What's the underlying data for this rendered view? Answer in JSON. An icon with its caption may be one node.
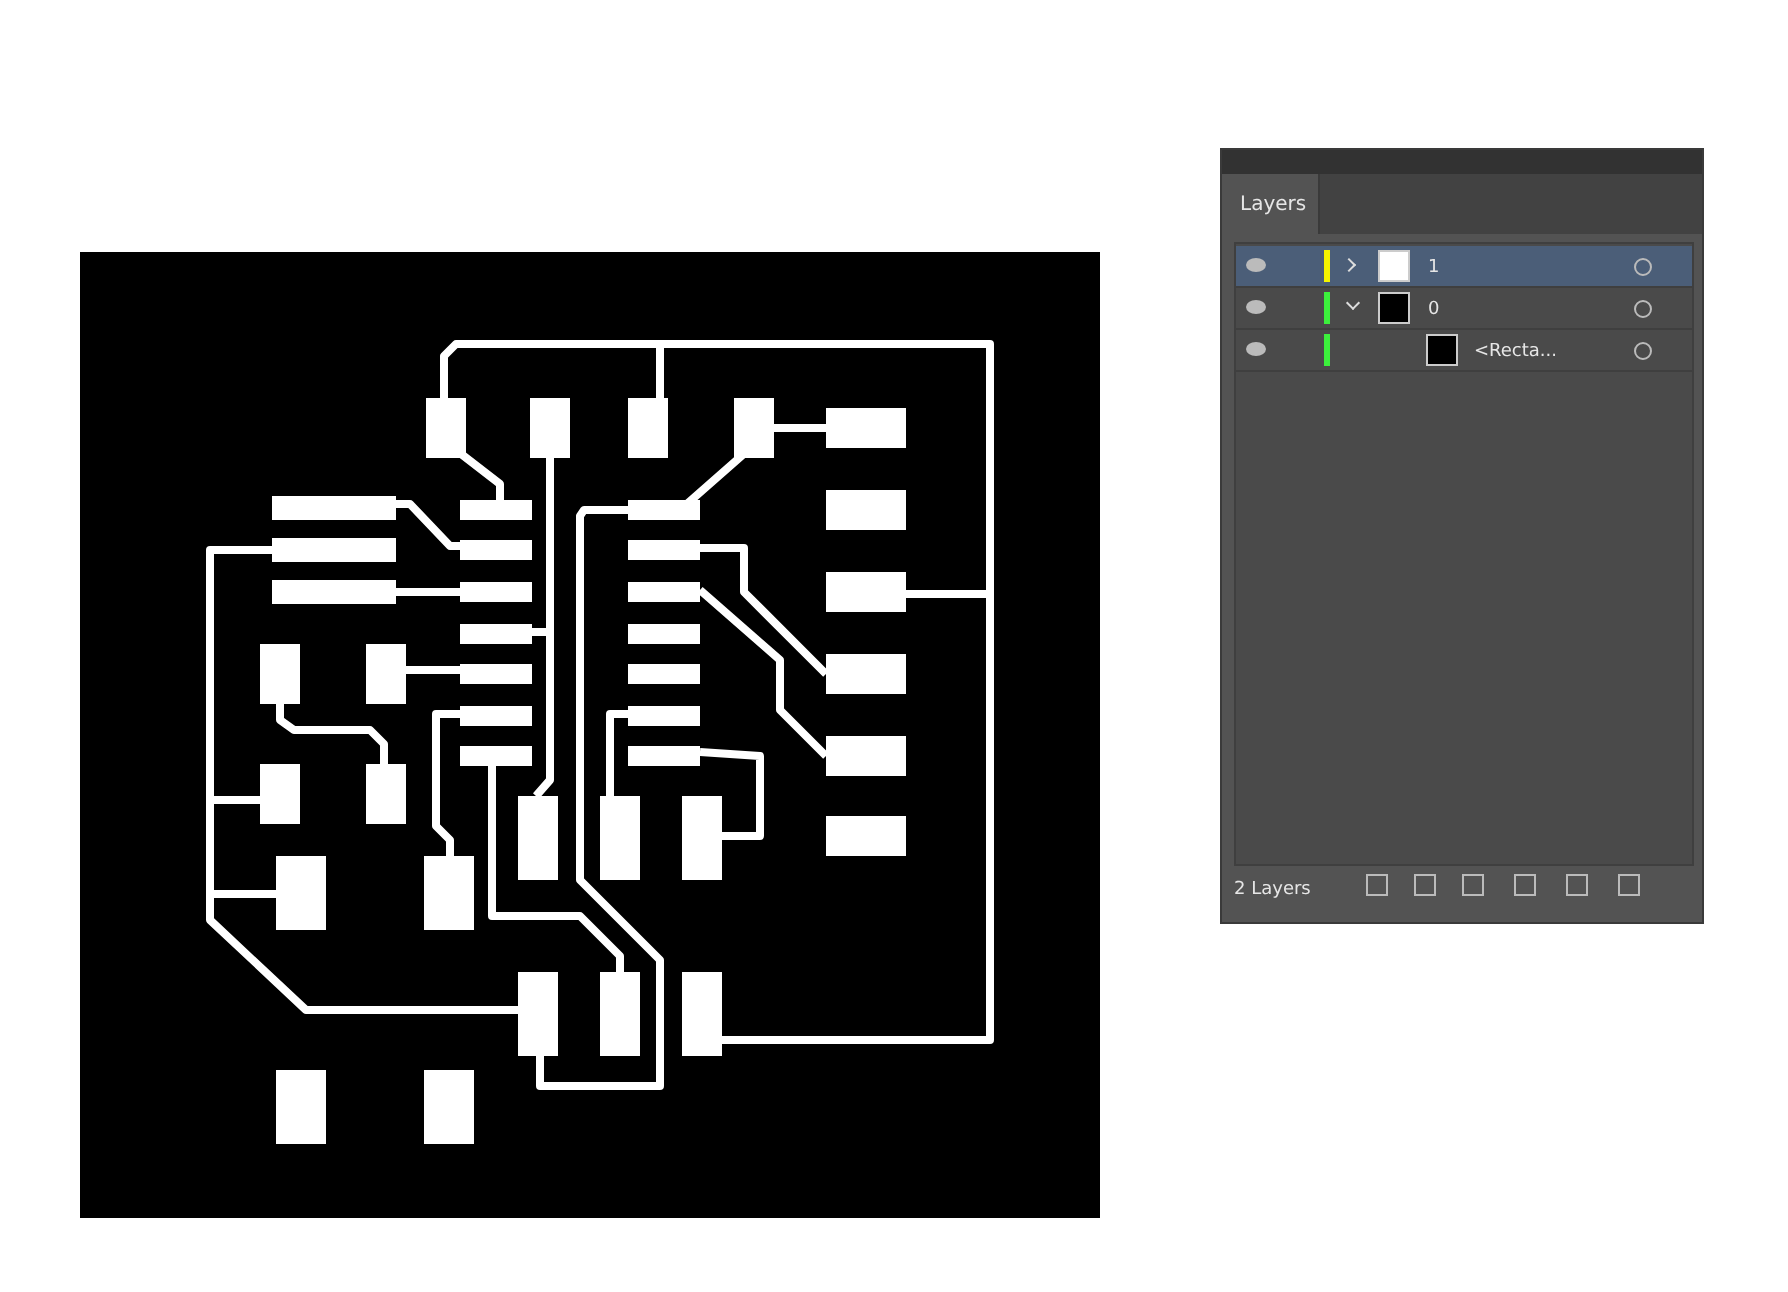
{
  "diagram": {
    "labels": [
      "Layers",
      "1",
      "0",
      "<Recta...",
      "2 Layers"
    ]
  }
}
